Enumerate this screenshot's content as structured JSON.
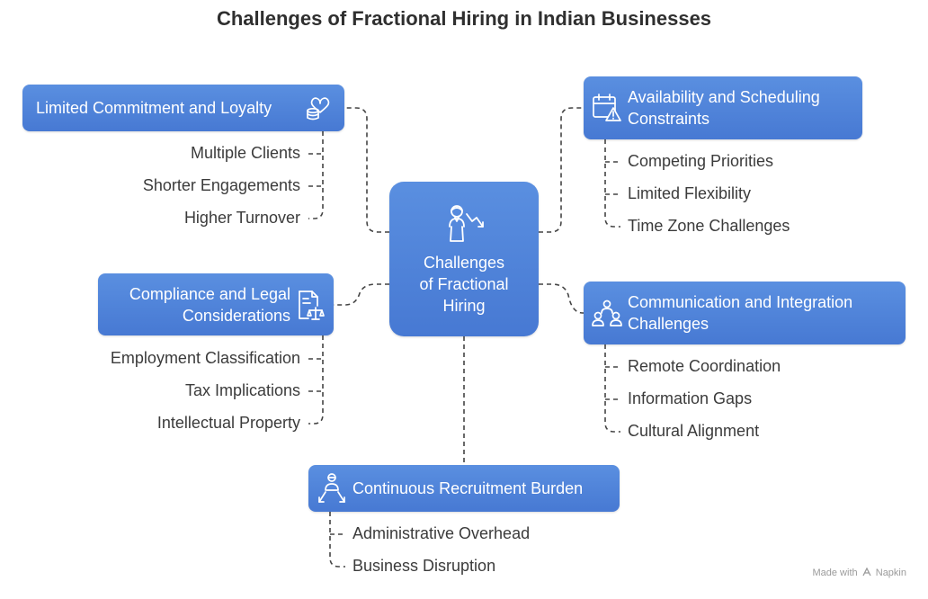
{
  "title": "Challenges of Fractional Hiring in Indian Businesses",
  "center": {
    "line1": "Challenges",
    "line2": "of Fractional",
    "line3": "Hiring",
    "icon": "worker-decline-icon"
  },
  "branches": {
    "commitment": {
      "label": "Limited Commitment and Loyalty",
      "icon": "coins-heart-icon",
      "items": [
        "Multiple Clients",
        "Shorter Engagements",
        "Higher Turnover"
      ]
    },
    "compliance": {
      "line1": "Compliance and Legal",
      "line2": "Considerations",
      "icon": "legal-document-icon",
      "items": [
        "Employment Classification",
        "Tax Implications",
        "Intellectual Property"
      ]
    },
    "availability": {
      "line1": "Availability and Scheduling",
      "line2": "Constraints",
      "icon": "calendar-warning-icon",
      "items": [
        "Competing Priorities",
        "Limited Flexibility",
        "Time Zone Challenges"
      ]
    },
    "communication": {
      "line1": "Communication and Integration",
      "line2": "Challenges",
      "icon": "team-icon",
      "items": [
        "Remote Coordination",
        "Information Gaps",
        "Cultural Alignment"
      ]
    },
    "recruitment": {
      "label": "Continuous Recruitment Burden",
      "icon": "recruiter-icon",
      "items": [
        "Administrative Overhead",
        "Business Disruption"
      ]
    }
  },
  "credit": "Made with",
  "credit_brand": "Napkin"
}
